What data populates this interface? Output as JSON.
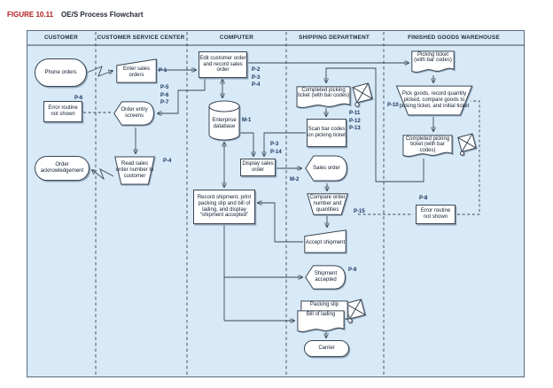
{
  "figure": {
    "label": "FIGURE 10.11",
    "title": "OE/S Process Flowchart"
  },
  "columns": [
    "CUSTOMER",
    "CUSTOMER SERVICE CENTER",
    "COMPUTER",
    "SHIPPING DEPARTMENT",
    "FINISHED GOODS WAREHOUSE"
  ],
  "nodes": {
    "phone_orders": {
      "label": "Phone orders"
    },
    "error_left": {
      "label": "Error routine not shown"
    },
    "order_ack": {
      "label": "Order acknowledgement"
    },
    "enter_sales": {
      "label": "Enter sales orders"
    },
    "order_entry_screens": {
      "label": "Order entry screens"
    },
    "read_sales": {
      "label": "Read sales order number to customer"
    },
    "edit_order": {
      "label": "Edit customer order and record sales order"
    },
    "enterprise_db": {
      "label": "Enterprise database"
    },
    "display_sales": {
      "label": "Display sales order"
    },
    "record_shipment": {
      "label": "Record shipment, print packing slip and bill of lading, and display “shipment accepted”"
    },
    "completed_ticket_ship": {
      "label": "Completed picking ticket (with bar codes)"
    },
    "scan_bar": {
      "label": "Scan bar codes on picking ticket"
    },
    "sales_order": {
      "label": "Sales order"
    },
    "compare_order": {
      "label": "Compare order number and quantities"
    },
    "accept_shipment": {
      "label": "Accept shipment"
    },
    "shipment_accepted": {
      "label": "Shipment accepted"
    },
    "packing_slip": {
      "label": "Packing slip"
    },
    "bill_of_lading": {
      "label": "Bill of lading"
    },
    "carrier": {
      "label": "Carrier"
    },
    "picking_ticket": {
      "label": "Picking ticket (with bar codes)"
    },
    "pick_goods": {
      "label": "Pick goods, record quantity picked, compare goods to picking ticket, and initial ticket"
    },
    "completed_ticket_wh": {
      "label": "Completed picking ticket (with bar codes)"
    },
    "error_right": {
      "label": "Error routine not shown"
    }
  },
  "labels": {
    "p1": "P-1",
    "p6_customer": "P-6",
    "p4_read": "P-4",
    "edit_programs": "P-2\nP-3\nP-4",
    "screens_programs": "P-5\nP-6\nP-7",
    "m1": "M-1",
    "display_programs": "P-3\nP-14",
    "m2": "M-2",
    "scan_programs": "P-11\nP-12\nP-13",
    "p15": "P-15",
    "p9": "P-9",
    "p10": "P-10",
    "p8_warehouse": "P-8"
  },
  "colors": {
    "diagram_background": "#d8eaf7",
    "shape_fill": "#ffffff",
    "line": "#3a4654",
    "shadow": "#8fa3b8",
    "figure_tag_red": "#b3191c",
    "label_navy": "#14305e"
  }
}
